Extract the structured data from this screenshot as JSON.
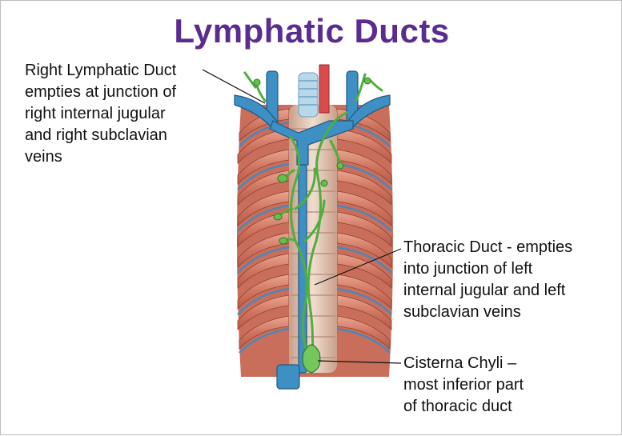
{
  "title": "Lymphatic Ducts",
  "labels": {
    "right_duct": {
      "lines": [
        "Right Lymphatic Duct",
        "empties at junction of",
        "right internal jugular",
        "and right subclavian",
        "veins"
      ]
    },
    "thoracic_duct": {
      "lines": [
        "Thoracic Duct - empties",
        "into junction of left",
        "internal jugular and left",
        "subclavian veins"
      ]
    },
    "cisterna_chyli": {
      "lines": [
        "Cisterna Chyli –",
        "most inferior part",
        "of thoracic duct"
      ]
    }
  },
  "colors": {
    "title": "#5b2c8f",
    "vein": "#3d8fc4",
    "lymph": "#4fae3e",
    "rib": "#d9826a",
    "artery": "#d94a4a"
  }
}
